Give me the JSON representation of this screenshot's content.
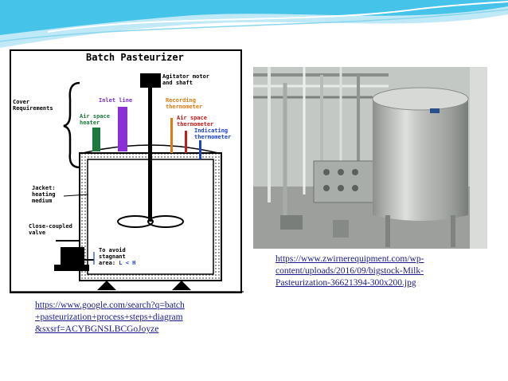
{
  "colors": {
    "banner_blue": "#46c3e8",
    "link_blue": "#1a1a8c",
    "label_purple": "#7a2bd1",
    "label_orange": "#e07a12",
    "label_red": "#c81a1a",
    "label_blue": "#1a3fd1",
    "heater_green": "#1e7a3c"
  },
  "diagram": {
    "title": "Batch Pasteurizer",
    "labels": {
      "agitator": "Agitator motor\nand shaft",
      "cover": "Cover\nRequirements",
      "inlet": "Inlet line",
      "recording": "Recording\nthermometer",
      "air_heater": "Air space\nheater",
      "air_thermo": "Air space\nthermometer",
      "indicating": "Indicating\nthermometer",
      "jacket": "Jacket:\nheating\nmedium",
      "valve": "Close-coupled\nvalve",
      "avoid_line1": "To avoid",
      "avoid_line2": "stagnant",
      "avoid_line3": "area:",
      "avoid_symbol": "L < H"
    }
  },
  "links": {
    "left": "https://www.google.com/search?q=batch\n+pasteurization+process+steps+diagram\n&sxsrf=ACYBGNSLBCGoJoyze",
    "right": "https://www.zwirnerequipment.com/wp-\ncontent/uploads/2016/09/bigstock-Milk-\nPasteurization-36621394-300x200.jpg"
  }
}
